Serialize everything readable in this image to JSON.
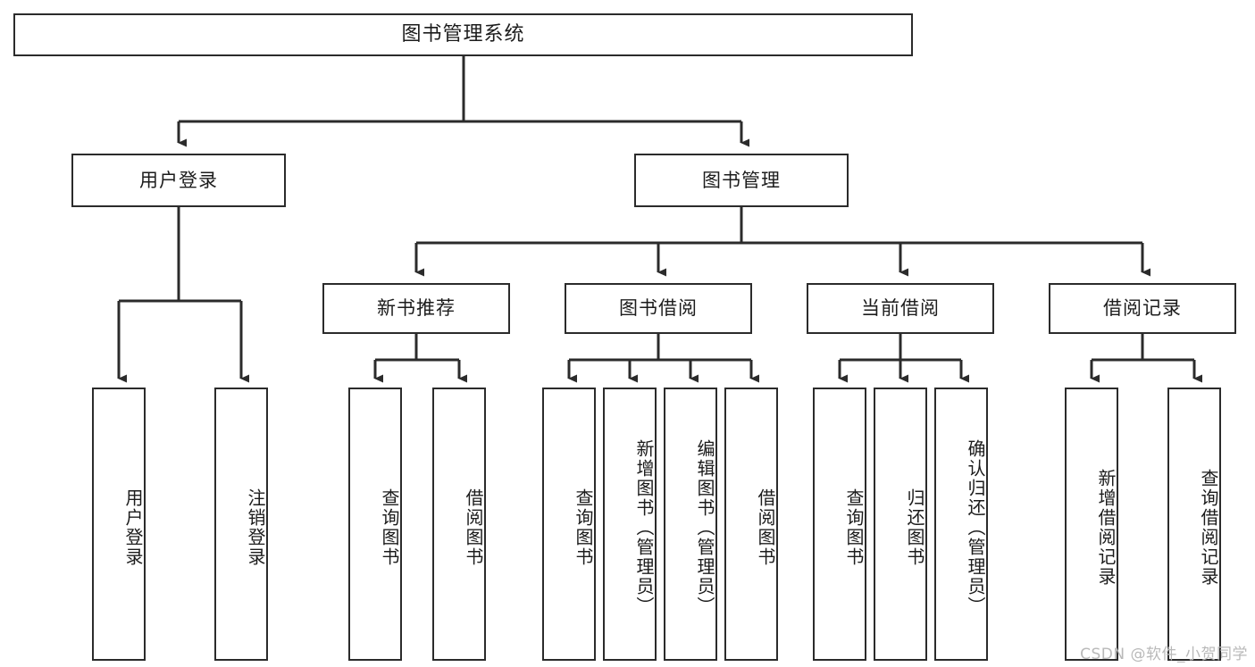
{
  "diagram": {
    "title": "图书管理系统",
    "type": "tree-structure-chart",
    "background_color": "#ffffff",
    "line_color": "#2b2b2b",
    "text_color": "#1c1c1c"
  },
  "root": {
    "label": "图书管理系统"
  },
  "level1": [
    {
      "label": "用户登录"
    },
    {
      "label": "图书管理"
    }
  ],
  "level2": [
    {
      "label": "新书推荐"
    },
    {
      "label": "图书借阅"
    },
    {
      "label": "当前借阅"
    },
    {
      "label": "借阅记录"
    }
  ],
  "leaves": {
    "user_login": [
      {
        "label": "用户登录"
      },
      {
        "label": "注销登录"
      }
    ],
    "new_book_recommend": [
      {
        "label": "查询图书"
      },
      {
        "label": "借阅图书"
      }
    ],
    "book_borrow": [
      {
        "label": "查询图书"
      },
      {
        "label": "新增图书（管理员）"
      },
      {
        "label": "编辑图书（管理员）"
      },
      {
        "label": "借阅图书"
      }
    ],
    "current_borrow": [
      {
        "label": "查询图书"
      },
      {
        "label": "归还图书"
      },
      {
        "label": "确认归还（管理员）"
      }
    ],
    "borrow_record": [
      {
        "label": "新增借阅记录"
      },
      {
        "label": "查询借阅记录"
      }
    ]
  },
  "watermark": {
    "text": "CSDN @软件_小贺同学"
  }
}
